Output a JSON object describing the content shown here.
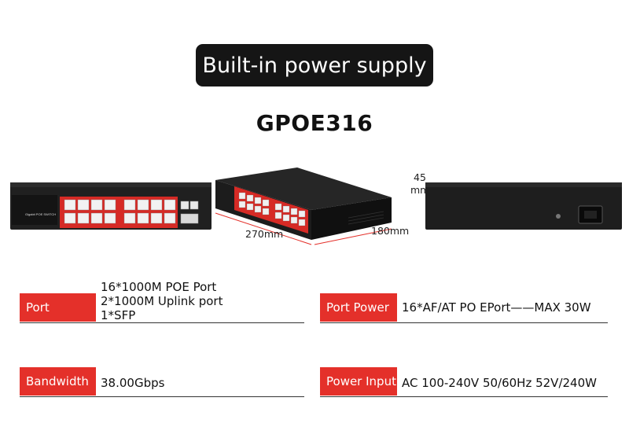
{
  "banner": "Built-in power supply",
  "model": "GPOE316",
  "dimensions": {
    "height_l1": "45",
    "height_l2": "mm",
    "length": "270mm",
    "width": "180mm"
  },
  "front_panel": {
    "brand_text": "Gigabit POE SWITCH"
  },
  "specs": {
    "port": {
      "label": "Port",
      "values": [
        "16*1000M POE Port",
        "2*1000M Uplink port",
        "1*SFP"
      ]
    },
    "port_power": {
      "label": "Port Power",
      "value": "16*AF/AT PO EPort——MAX 30W"
    },
    "bandwidth": {
      "label": "Bandwidth",
      "value": "38.00Gbps"
    },
    "power_input": {
      "label": "Power Input",
      "value": "AC 100-240V 50/60Hz 52V/240W"
    }
  },
  "colors": {
    "accent_red": "#e4302a",
    "banner_bg": "#151515"
  }
}
